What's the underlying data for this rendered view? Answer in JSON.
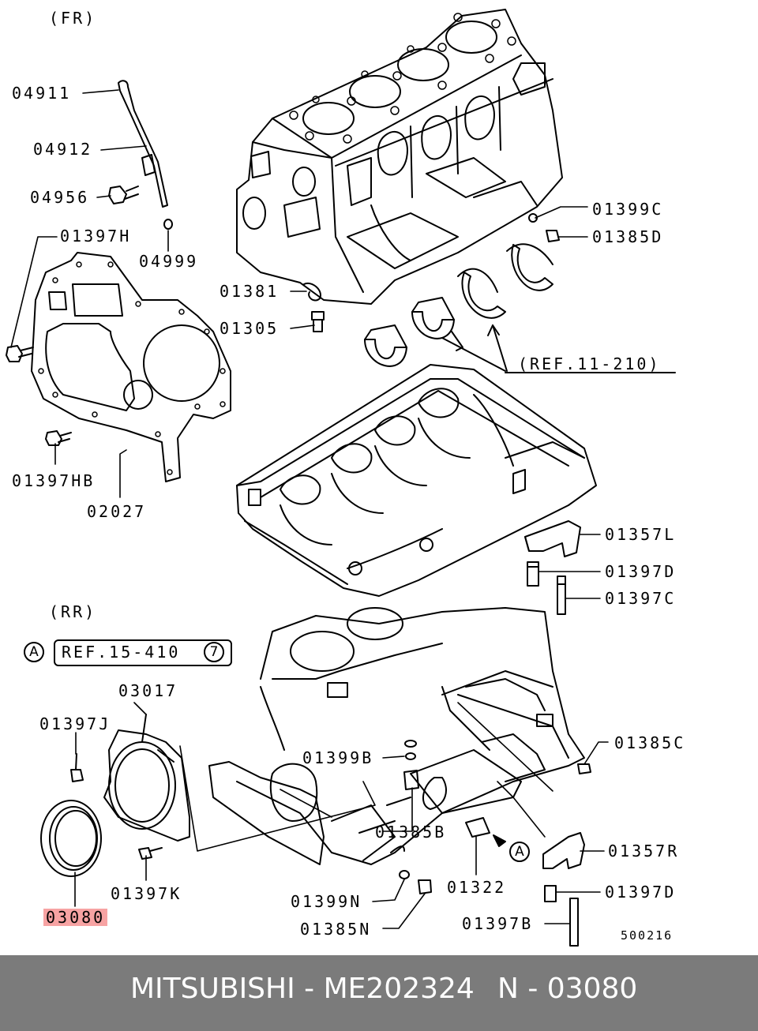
{
  "views": {
    "front": "(FR)",
    "rear": "(RR)"
  },
  "refs": {
    "r11": "(REF.11-210)",
    "r15": "REF.15-410",
    "r15_num": "7",
    "marker": "A"
  },
  "labels": {
    "p04911": "04911",
    "p04912": "04912",
    "p04956": "04956",
    "p04999": "04999",
    "p01397H": "01397H",
    "p01397HB": "01397HB",
    "p02027": "02027",
    "p01381": "01381",
    "p01305": "01305",
    "p01399C": "01399C",
    "p01385D": "01385D",
    "p01357L": "01357L",
    "p01397D_a": "01397D",
    "p01397C": "01397C",
    "p03017": "03017",
    "p01397J": "01397J",
    "p01397K": "01397K",
    "p03080": "03080",
    "p01399B": "01399B",
    "p01385B": "01385B",
    "p01399N": "01399N",
    "p01385N": "01385N",
    "p01322": "01322",
    "p01385C": "01385C",
    "p01357R": "01357R",
    "p01397D_b": "01397D",
    "p01397B": "01397B"
  },
  "diagram_code": "500216",
  "footer": {
    "brand_part": "MITSUBISHI - ME202324",
    "ref": "N - 03080"
  },
  "colors": {
    "highlight": "#f7a3a3",
    "footer_bg": "#7b7b7b",
    "footer_text": "#ffffff"
  }
}
